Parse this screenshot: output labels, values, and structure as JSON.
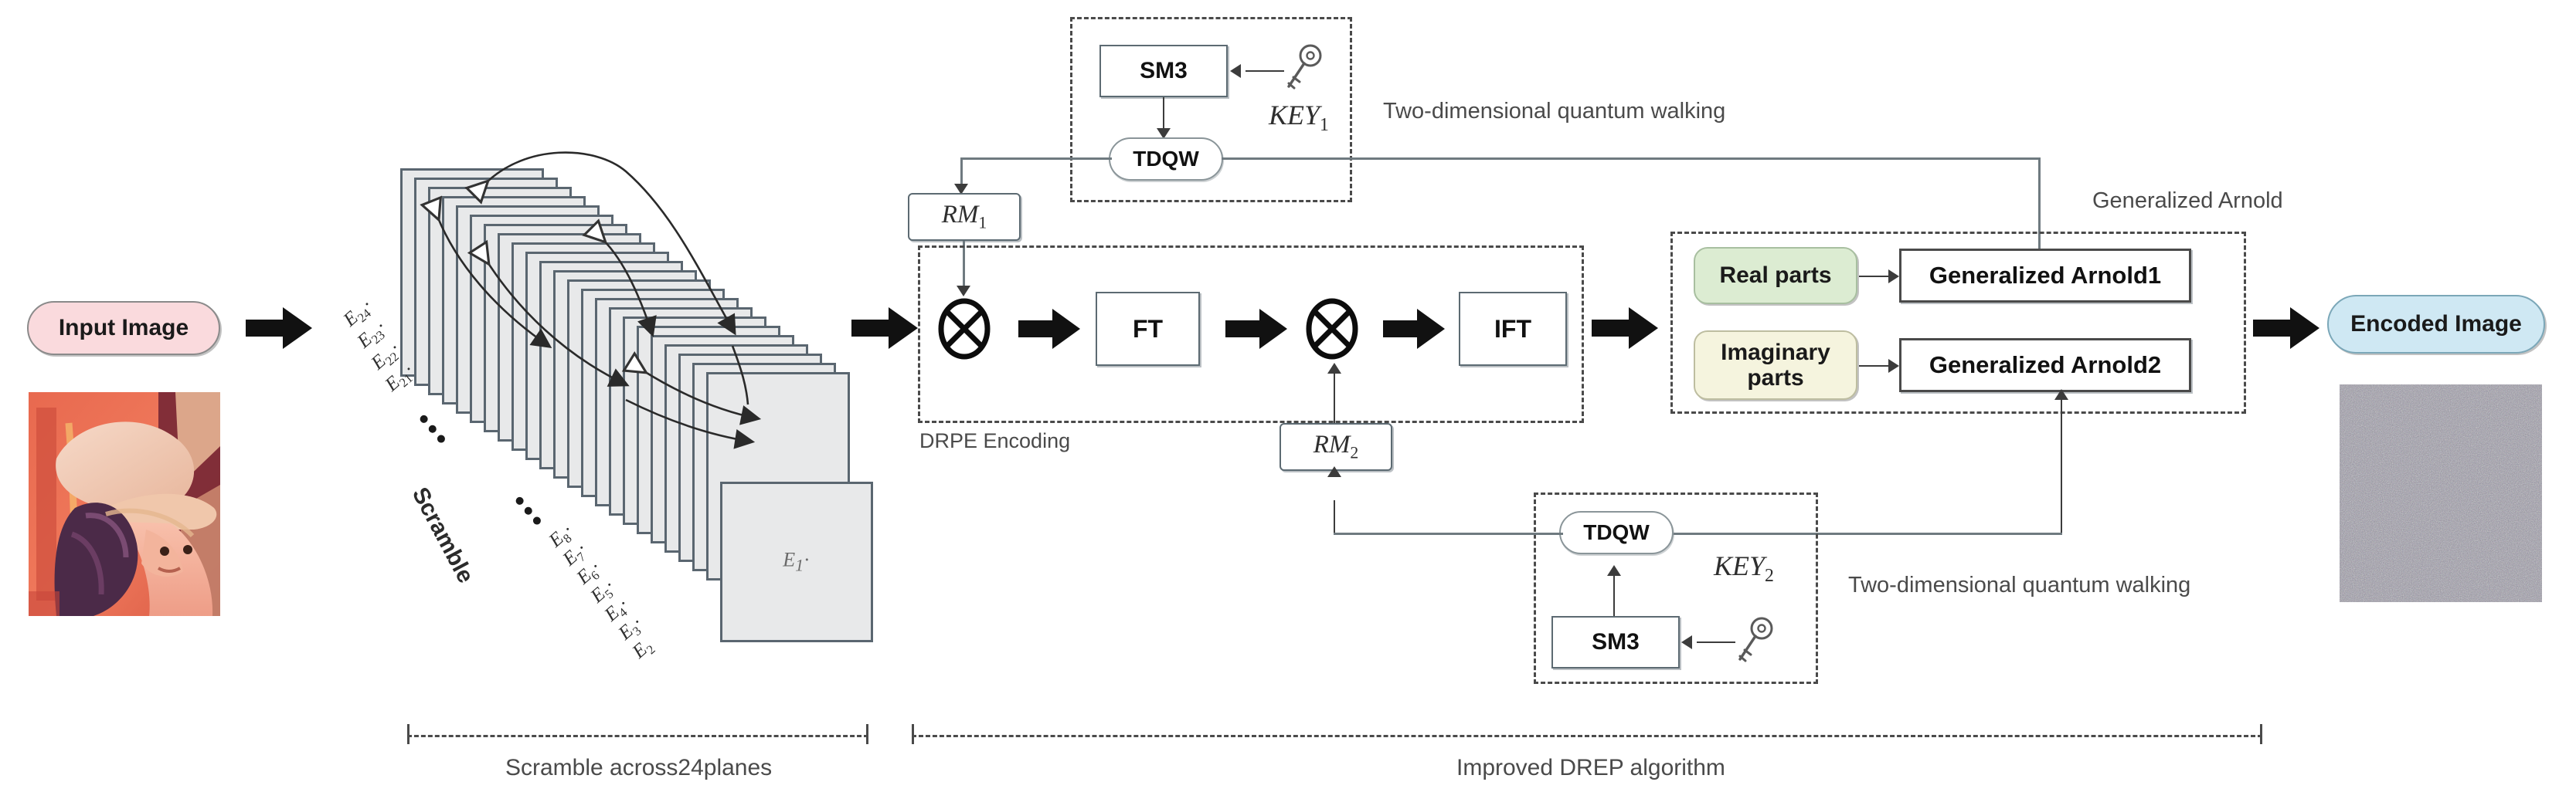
{
  "nodes": {
    "input_image": "Input Image",
    "encoded_image": "Encoded Image",
    "sm3_top": "SM3",
    "tdqw_top": "TDQW",
    "sm3_bottom": "SM3",
    "tdqw_bottom": "TDQW",
    "rm1": "RM",
    "rm1_sub": "1",
    "rm2": "RM",
    "rm2_sub": "2",
    "ft": "FT",
    "ift": "IFT",
    "real_parts": "Real parts",
    "imaginary_parts": "Imaginary parts",
    "generalized_arnold1": "Generalized Arnold1",
    "generalized_arnold2": "Generalized Arnold2"
  },
  "keys": {
    "key1": "KEY",
    "key1_sub": "1",
    "key2": "KEY",
    "key2_sub": "2"
  },
  "annotations": {
    "tdqw_top_note": "Two-dimensional quantum walking",
    "tdqw_bottom_note": "Two-dimensional quantum walking",
    "generalized_arnold_note": "Generalized Arnold",
    "drpe_encoding": "DRPE Encoding"
  },
  "captions": {
    "scramble_span": "Scramble across24planes",
    "drep_span": "Improved DREP algorithm"
  },
  "scramble": {
    "word": "Scramble",
    "front_plane_label": "E",
    "front_plane_sub": "1",
    "upper_labels": [
      {
        "base": "E",
        "sub": "24"
      },
      {
        "base": "E",
        "sub": "23"
      },
      {
        "base": "E",
        "sub": "22"
      },
      {
        "base": "E",
        "sub": "21"
      }
    ],
    "lower_labels": [
      {
        "base": "E",
        "sub": "8"
      },
      {
        "base": "E",
        "sub": "7"
      },
      {
        "base": "E",
        "sub": "6"
      },
      {
        "base": "E",
        "sub": "5"
      },
      {
        "base": "E",
        "sub": "4"
      },
      {
        "base": "E",
        "sub": "3"
      },
      {
        "base": "E",
        "sub": "2"
      }
    ],
    "plane_count": 24
  },
  "icons": {
    "key_top": "key-icon",
    "key_bottom": "key-icon",
    "operator1": "circled-cross-icon",
    "operator2": "circled-cross-icon"
  },
  "colors": {
    "input_pill": "#fadadd",
    "output_pill": "#cfe8f3",
    "real_pill": "#dcecd2",
    "imaginary_pill": "#f5f4de",
    "plane_fill": "#e8e9ea",
    "line": "#6f7a80",
    "dash_frame": "#4a4a4a"
  }
}
